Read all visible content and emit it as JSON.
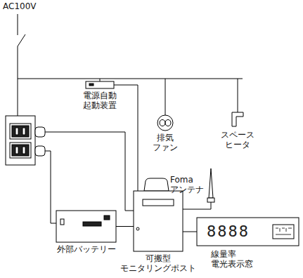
{
  "diagram": {
    "nodes": [
      {
        "text": [
          "電源自動 起動装置"
        ]
      },
      {
        "text": [
          "排気 ファン"
        ]
      },
      {
        "text": [
          "スペース ヒータ"
        ]
      },
      {
        "text": [
          "Foma アンテナ"
        ]
      },
      {
        "text": [
          "外部バッテリー"
        ]
      },
      {
        "text": [
          "可搬型 モニタリングポスト"
        ]
      },
      {
        "text": [
          "8888",
          "線量率 電光表示窓"
        ]
      }
    ],
    "edges": [
      {
        "from": 0,
        "to": 5,
        "arrow": "none"
      },
      {
        "from": 4,
        "to": 5,
        "arrow": "none"
      },
      {
        "from": 3,
        "to": 5,
        "arrow": "none"
      },
      {
        "from": 6,
        "to": 5,
        "arrow": "none"
      }
    ],
    "labels": [
      "AC100V"
    ]
  }
}
